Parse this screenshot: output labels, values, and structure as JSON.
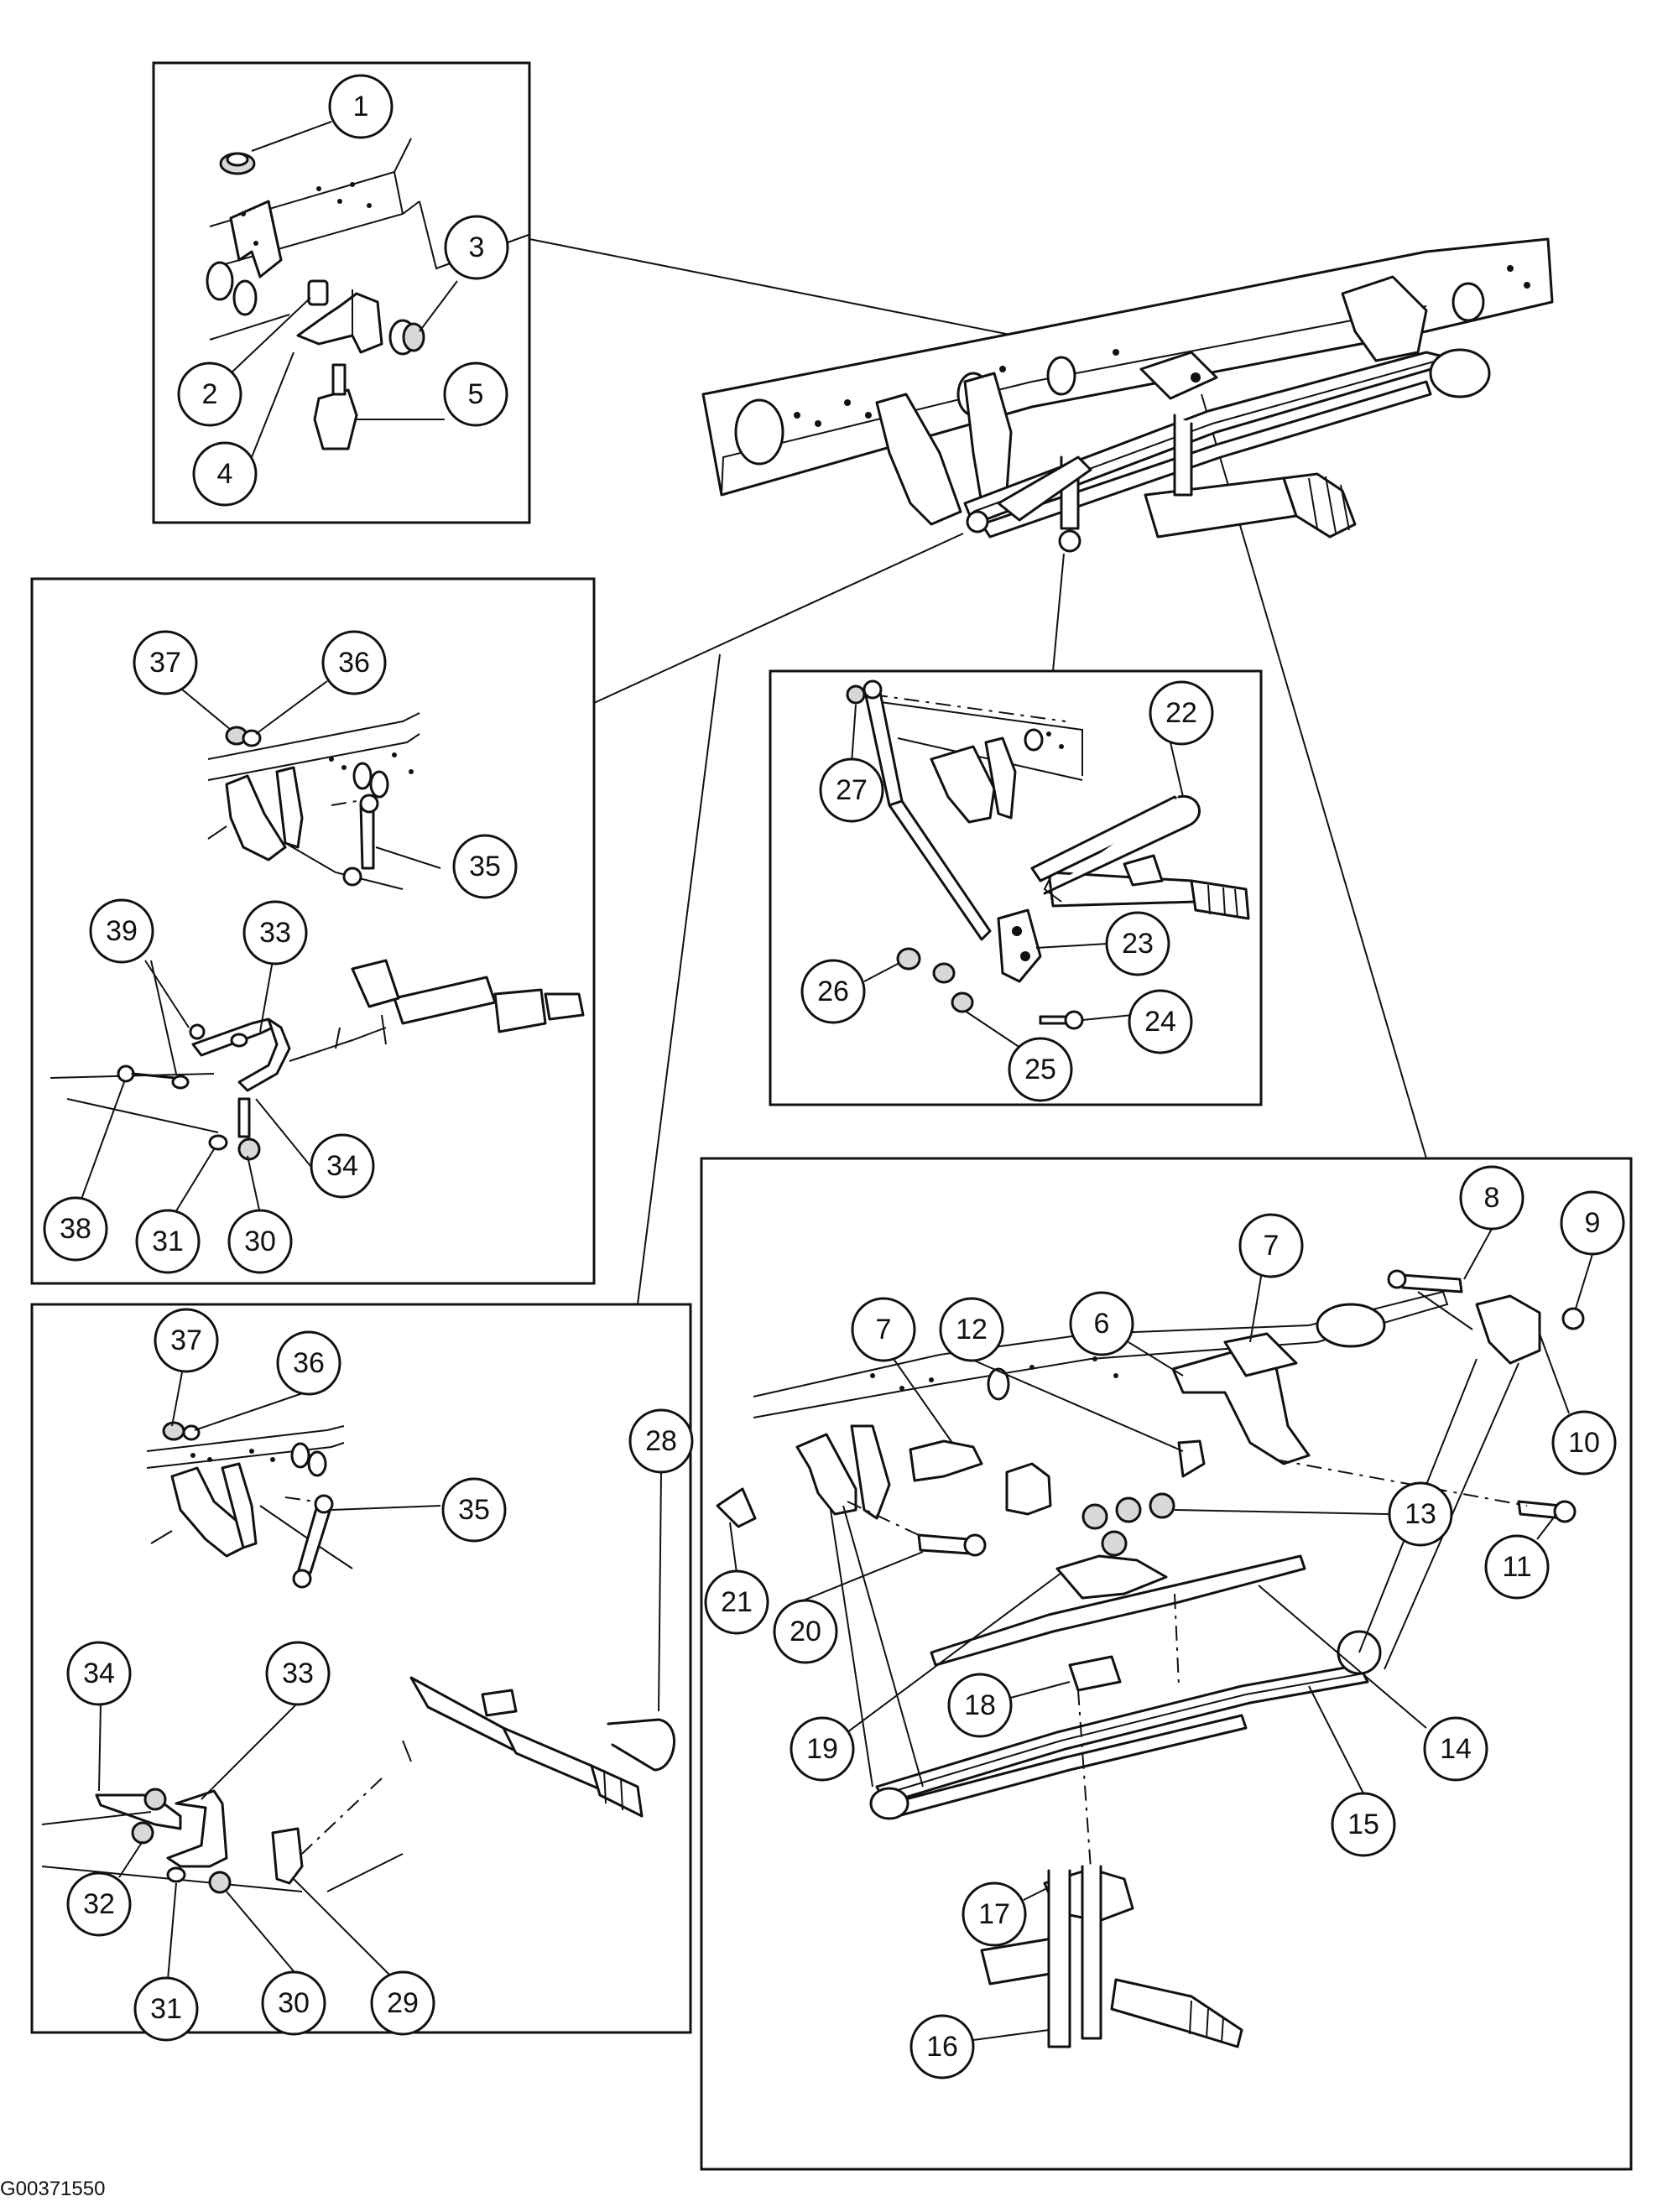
{
  "figure_id": "G00371550",
  "callouts": {
    "c1": "1",
    "c2": "2",
    "c3": "3",
    "c4": "4",
    "c5": "5",
    "c6": "6",
    "c7a": "7",
    "c7b": "7",
    "c8": "8",
    "c9": "9",
    "c10": "10",
    "c11": "11",
    "c12": "12",
    "c13": "13",
    "c14": "14",
    "c15": "15",
    "c16": "16",
    "c17": "17",
    "c18": "18",
    "c19": "19",
    "c20": "20",
    "c21": "21",
    "c22": "22",
    "c23": "23",
    "c24": "24",
    "c25": "25",
    "c26": "26",
    "c27": "27",
    "c28": "28",
    "c29": "29",
    "c30a": "30",
    "c31a": "31",
    "c33a": "33",
    "c34a": "34",
    "c35a": "35",
    "c36a": "36",
    "c37a": "37",
    "c38": "38",
    "c39": "39",
    "c30b": "30",
    "c31b": "31",
    "c32": "32",
    "c33b": "33",
    "c34b": "34",
    "c35b": "35",
    "c36b": "36",
    "c37b": "37"
  }
}
